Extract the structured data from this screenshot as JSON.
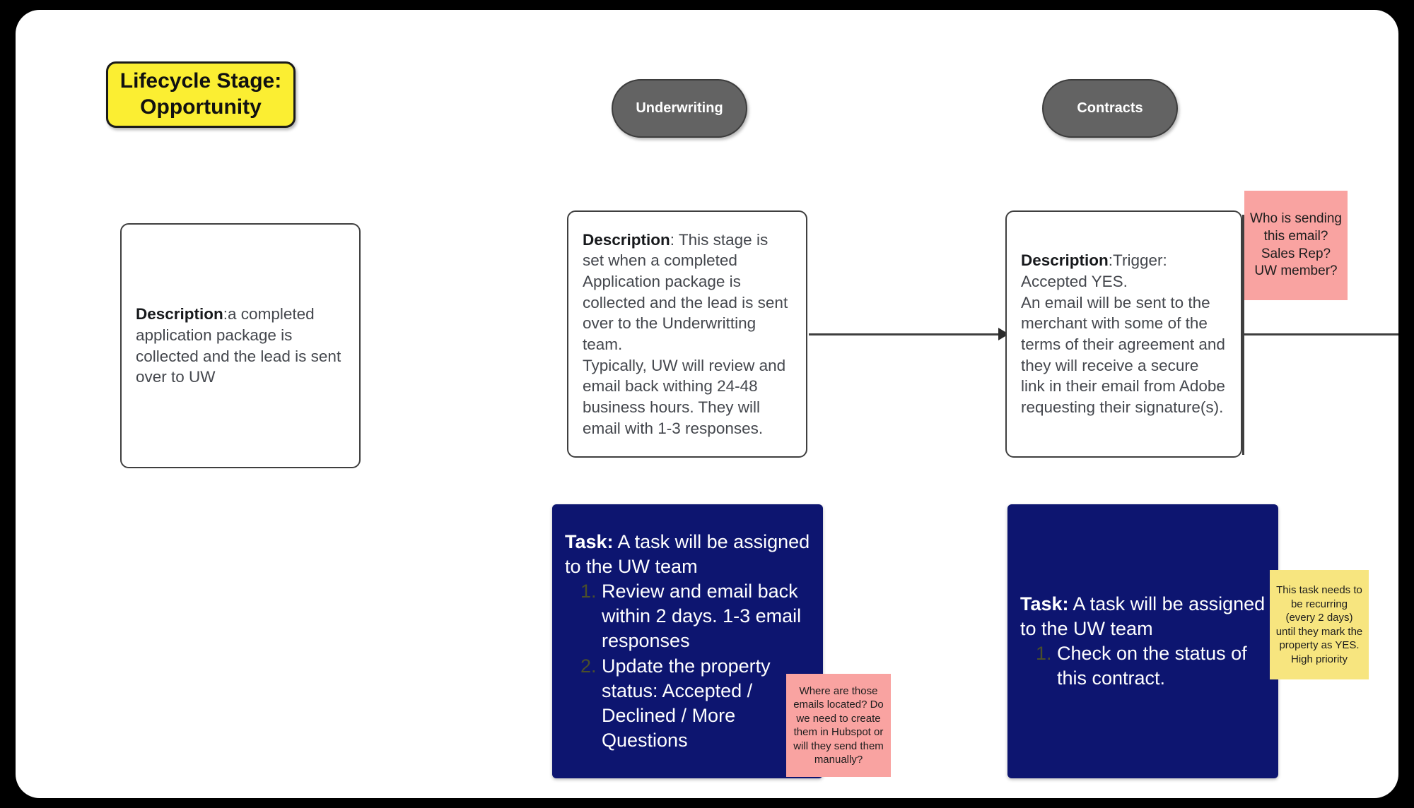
{
  "canvas": {
    "background_color": "#ffffff",
    "frame_color": "#000000"
  },
  "stages": [
    {
      "id": "opportunity",
      "label": "Lifecycle Stage:\nOpportunity",
      "label_line1": "Lifecycle Stage:",
      "label_line2": "Opportunity",
      "style": "yellow-rounded-rect",
      "fill": "#fbee32",
      "text_color": "#111111"
    },
    {
      "id": "underwriting",
      "label": "Underwriting",
      "style": "gray-pill",
      "fill": "#636363",
      "text_color": "#ffffff"
    },
    {
      "id": "contracts",
      "label": "Contracts",
      "style": "gray-pill",
      "fill": "#636363",
      "text_color": "#ffffff"
    }
  ],
  "descriptions": [
    {
      "id": "desc-opportunity",
      "label": "Description",
      "separator": ":",
      "body": "a completed application package is collected and the lead is sent over to UW"
    },
    {
      "id": "desc-underwriting",
      "label": "Description",
      "separator": ": ",
      "body": "This stage is set when a completed Application package is collected and the lead is sent over to the Underwritting team.\nTypically, UW will review and email back withing 24-48 business hours. They will email with 1-3 responses."
    },
    {
      "id": "desc-contracts",
      "label": "Description",
      "separator": ":",
      "body": "Trigger: Accepted YES.\nAn email will be sent to the merchant with some of the terms of their agreement and they will receive a secure link in their email from Adobe requesting their signature(s)."
    }
  ],
  "tasks": [
    {
      "id": "task-underwriting",
      "label": "Task:",
      "heading": "A task will be assigned to the UW team",
      "items": [
        "Review and email back within 2 days.  1-3 email responses",
        "Update the property status: Accepted / Declined / More Questions"
      ],
      "fill": "#0d1570",
      "text_color": "#ffffff"
    },
    {
      "id": "task-contracts",
      "label": "Task:",
      "heading": "A task will be assigned to the UW team",
      "items": [
        "Check on the status of this contract."
      ],
      "fill": "#0d1570",
      "text_color": "#ffffff"
    }
  ],
  "sticky_notes": [
    {
      "id": "note-email-sender",
      "color": "pink",
      "fill": "#f9a3a1",
      "text": "Who is sending this email? Sales Rep? UW member?"
    },
    {
      "id": "note-emails-location",
      "color": "pink",
      "fill": "#f9a3a1",
      "text": "Where are those emails located? Do we need to create them in Hubspot or will they send them manually?"
    },
    {
      "id": "note-recurring-task",
      "color": "yellow",
      "fill": "#f7e57f",
      "text": "This task needs to be recurring (every 2 days)  until they mark the property as YES.\nHigh priority"
    }
  ],
  "connectors": [
    {
      "id": "connector-underwriting-to-contracts",
      "type": "arrow",
      "from": "desc-underwriting",
      "to": "desc-contracts"
    },
    {
      "id": "connector-contracts-outgoing",
      "type": "line",
      "from": "desc-contracts",
      "to": "offscreen-right"
    }
  ]
}
